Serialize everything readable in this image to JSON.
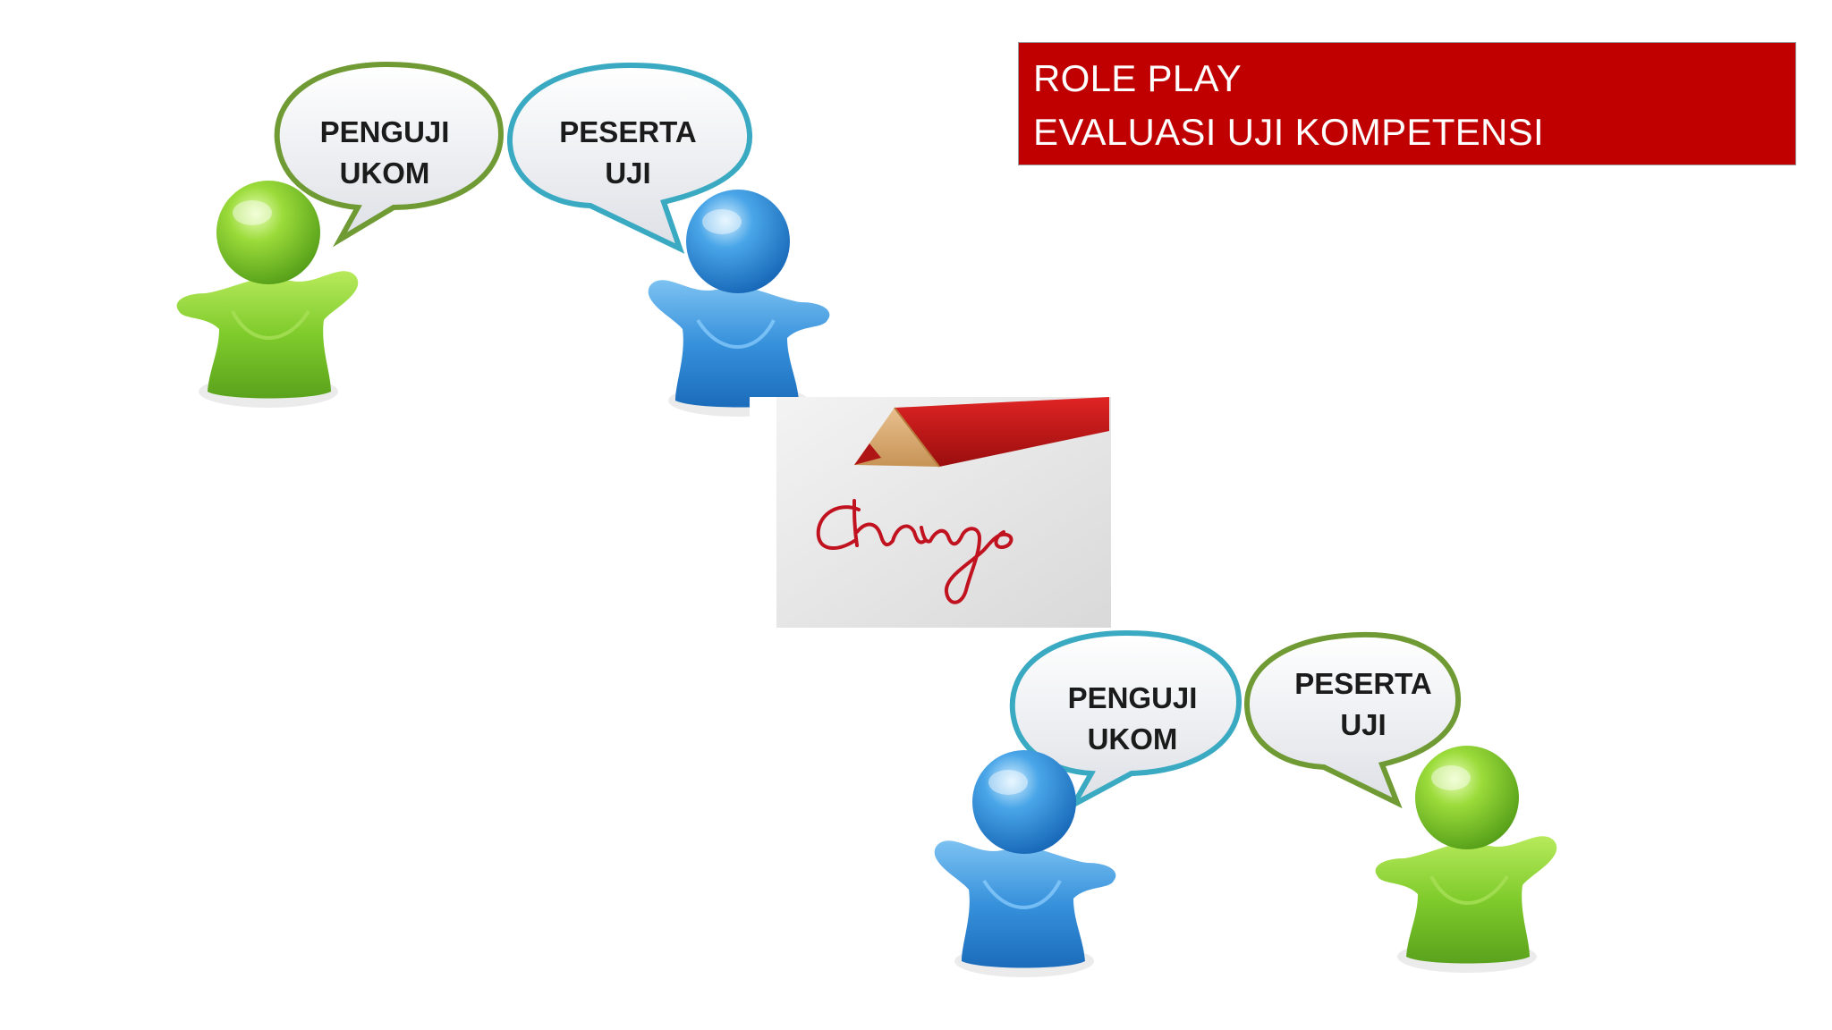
{
  "title": {
    "line1": "ROLE PLAY",
    "line2": "EVALUASI UJI KOMPETENSI"
  },
  "scene_top": {
    "left_bubble": {
      "line1": "PENGUJI",
      "line2": "UKOM"
    },
    "right_bubble": {
      "line1": "PESERTA",
      "line2": "UJI"
    }
  },
  "scene_bottom": {
    "left_bubble": {
      "line1": "PENGUJI",
      "line2": "UKOM"
    },
    "right_bubble": {
      "line1": "PESERTA",
      "line2": "UJI"
    }
  },
  "photo": {
    "handwritten_word": "Change"
  },
  "colors": {
    "banner": "#c00000",
    "green_figure": "#7ccb2a",
    "blue_figure": "#2f8fdc",
    "green_border": "#6f9a34",
    "blue_border": "#3aa9c2"
  },
  "icons": [
    "green-person-icon",
    "blue-person-icon",
    "speech-bubble-icon",
    "red-pencil-icon"
  ]
}
